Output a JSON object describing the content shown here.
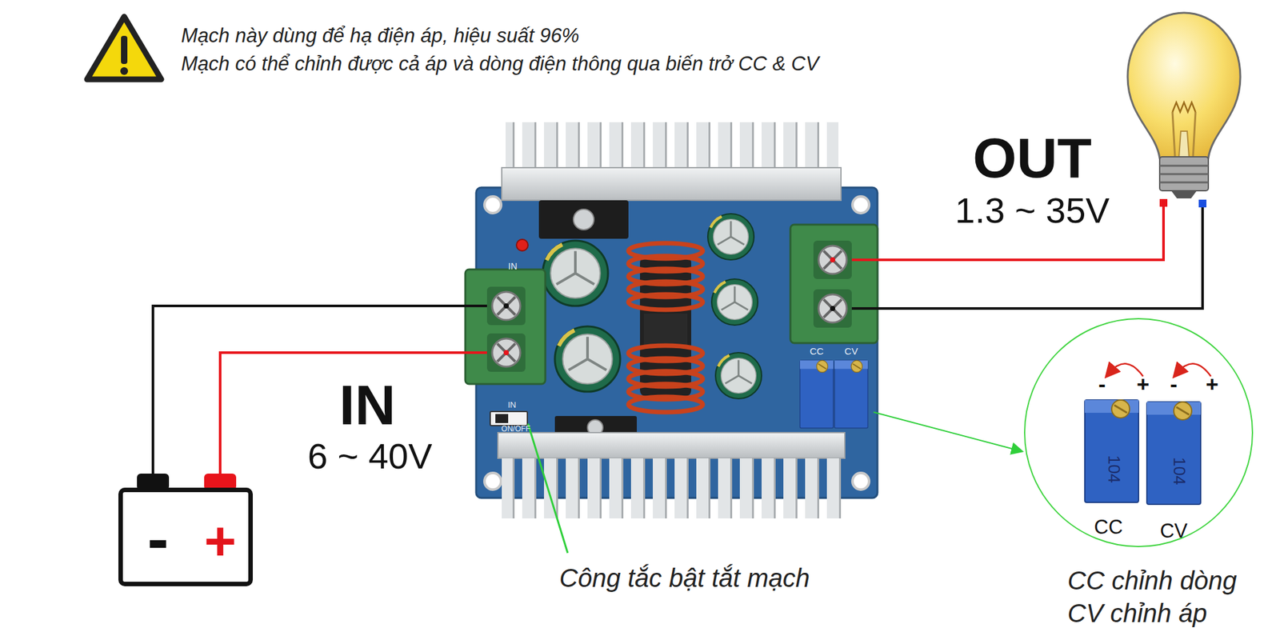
{
  "diagram": {
    "nodes": [
      {
        "text": [
          "-",
          "+"
        ]
      },
      {
        "text": [
          "-",
          "+",
          "-",
          "+",
          "CC",
          "CV"
        ]
      }
    ],
    "labels": [
      "Mạch này dùng để hạ điện áp, hiệu suất 96%",
      "Mạch có thể chỉnh được cả áp và dòng điện thông qua biến trở CC & CV",
      "OUT",
      "1.3 ~ 35V",
      "IN",
      "IN",
      "6 ~ 40V",
      "IN",
      "ON/OFF",
      "CC",
      "CV",
      "104",
      "104",
      "Công tắc bật tắt mạch",
      "CC chỉnh dòng",
      "CV chỉnh áp"
    ]
  }
}
